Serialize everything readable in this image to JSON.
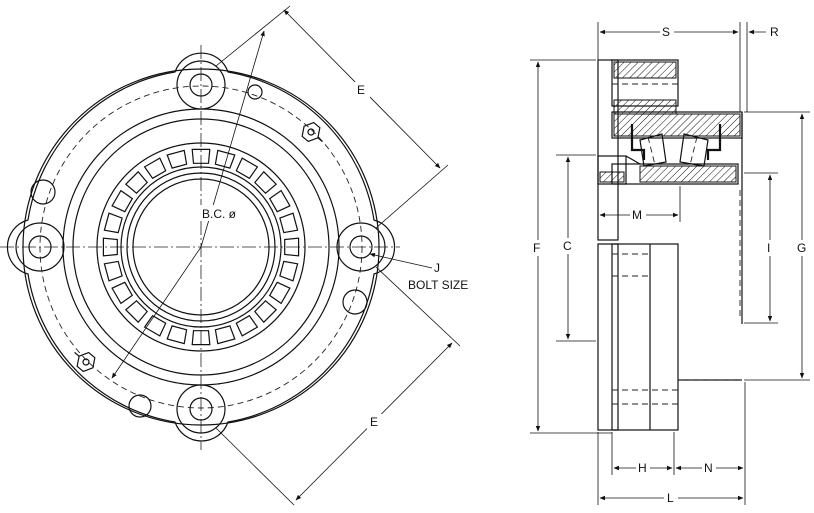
{
  "front_view": {
    "dim_e_upper": "E",
    "dim_e_lower": "E",
    "bolt_circle": "B.C. ø",
    "bolt_letter": "J",
    "bolt_size": "BOLT SIZE"
  },
  "side_view": {
    "dim_s": "S",
    "dim_r": "R",
    "dim_m": "M",
    "dim_f": "F",
    "dim_c": "C",
    "dim_i": "I",
    "dim_g": "G",
    "dim_h": "H",
    "dim_n": "N",
    "dim_l": "L"
  }
}
